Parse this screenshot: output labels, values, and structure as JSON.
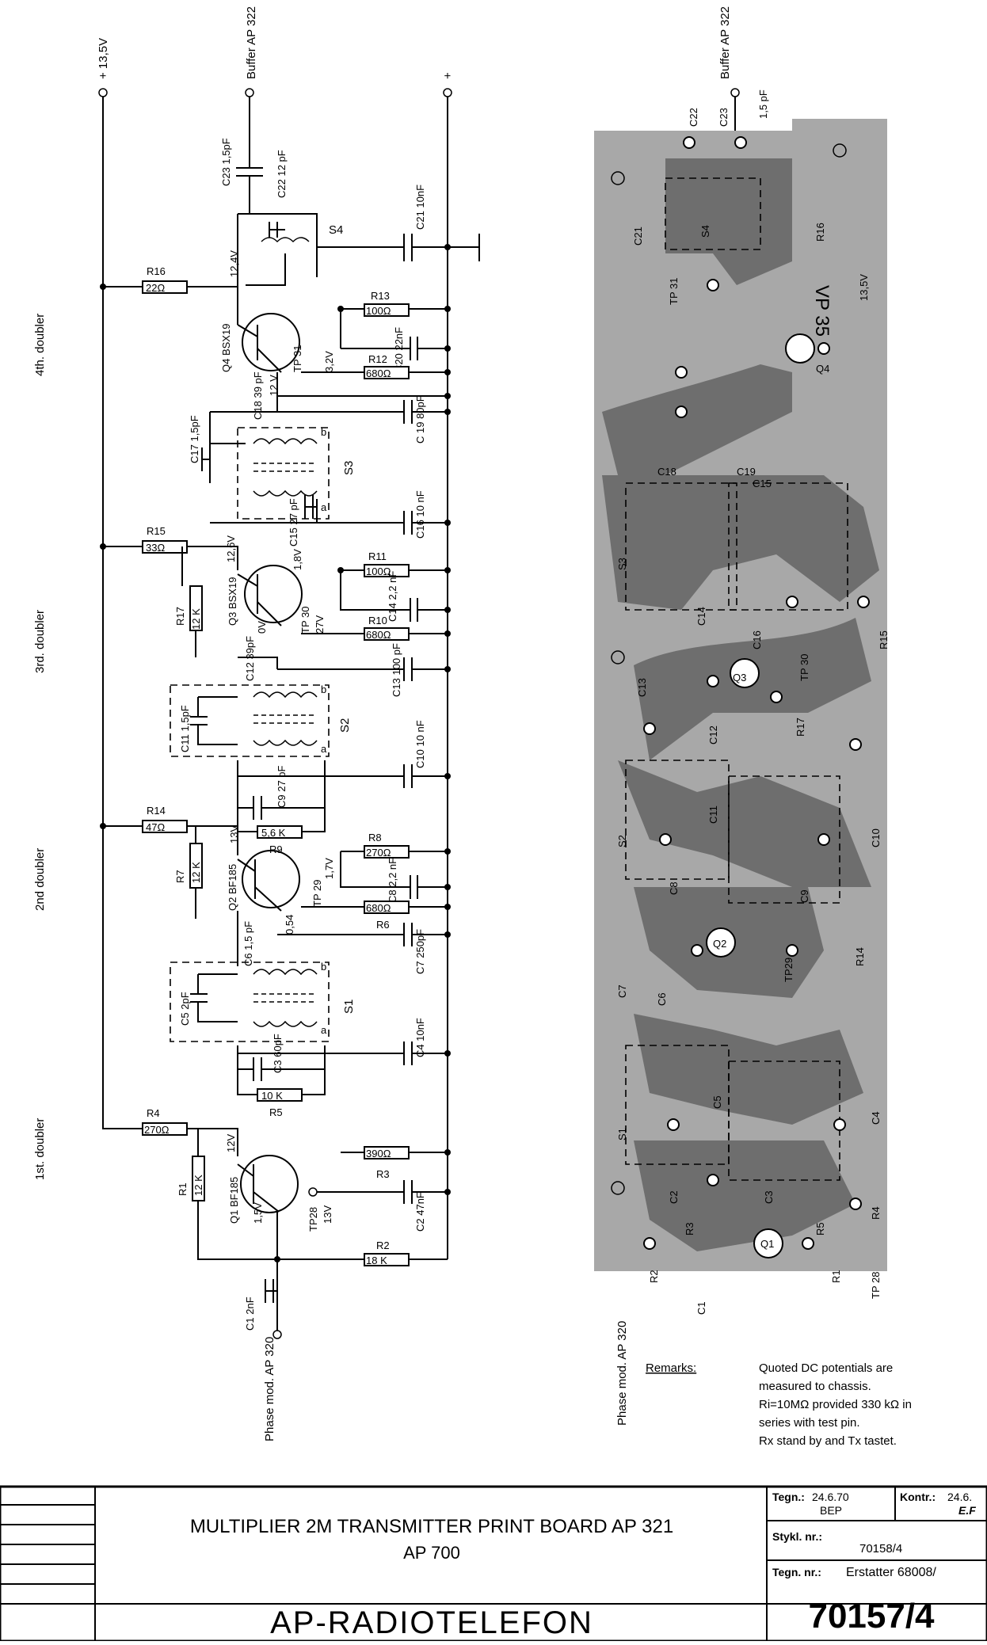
{
  "schematic": {
    "supply_top": "+ 13,5V",
    "buffer_top": "Buffer AP 322",
    "ground_top": "+",
    "stages": [
      "4th. doubler",
      "3rd. doubler",
      "2nd doubler",
      "1st. doubler"
    ],
    "input_label": "Phase mod. AP 320",
    "components": {
      "R16": "R16",
      "R16v": "22Ω",
      "R13": "R13",
      "R13v": "100Ω",
      "R12": "R12",
      "R12v": "680Ω",
      "R15": "R15",
      "R15v": "33Ω",
      "R17": "R17",
      "R17v": "12 K",
      "R11": "R11",
      "R11v": "100Ω",
      "R10": "R10",
      "R10v": "680Ω",
      "R14": "R14",
      "R14v": "47Ω",
      "R7": "R7",
      "R7v": "12 K",
      "R9": "R9",
      "R9v": "5,6 K",
      "R8": "R8",
      "R8v": "270Ω",
      "R6": "R6",
      "R6v": "680Ω",
      "R4": "R4",
      "R4v": "270Ω",
      "R5": "R5",
      "R5v": "10 K",
      "R1": "R1",
      "R1v": "12 K",
      "R3": "R3",
      "R3v": "390Ω",
      "R2": "R2",
      "R2v": "18 K",
      "C23": "C23 1,5pF",
      "C22": "C22 12 pF",
      "C21": "C21 10nF",
      "C20": "C20 22nF",
      "C19": "C 19 80pF",
      "C18": "C18 39 pF",
      "C17": "C17 1,5pF",
      "C16": "C16 10 nF",
      "C15": "C15 27 pF",
      "C14": "C14 2,2 nF",
      "C13": "C13 100 pF",
      "C12": "C12 39pF",
      "C11": "C11 1,5pF",
      "C10": "C10 10 nF",
      "C9": "C9 27 pF",
      "C8": "C8 2,2 nF",
      "C7": "C7 250pF",
      "C6": "C6 1,5 pF",
      "C5": "C5 2pF",
      "C4": "C4 10nF",
      "C3": "C3 60pF",
      "C2": "C2 47nF",
      "C1": "C1 2nF",
      "Q4": "Q4 BSX19",
      "Q3": "Q3 BSX19",
      "Q2": "Q2 BF185",
      "Q1": "Q1 BF185",
      "S4": "S4",
      "S3": "S3",
      "S2": "S2",
      "S1": "S1",
      "TP31": "TP 31",
      "TP30": "TP 30",
      "TP29": "TP 29",
      "TP28": "TP28",
      "v124": "12,4V",
      "v32": "3,2V",
      "v12": "12 V",
      "v126": "12,6V",
      "v18": "1,8V",
      "v27": "27V",
      "v0": "0V",
      "v13": "13V",
      "v17": "1,7V",
      "v054": "0,54",
      "v12b": "12V",
      "v15": "1,5V",
      "v13b": "13V"
    }
  },
  "board": {
    "buffer_label": "Buffer AP 322",
    "input_label": "Phase mod. AP 320",
    "parts": [
      "C22",
      "C23",
      "1,5 pF",
      "S4",
      "R16",
      "C21",
      "TP 31",
      "13,5V",
      "Q4",
      "C18",
      "C19",
      "S3",
      "C15",
      "C14",
      "C16",
      "Q3",
      "TP 30",
      "R15",
      "C13",
      "C12",
      "R17",
      "S2",
      "C11",
      "C10",
      "C8",
      "C9",
      "Q2",
      "R14",
      "TP29",
      "C7",
      "C6",
      "C5",
      "S1",
      "C4",
      "C3",
      "C2",
      "R3",
      "R5",
      "R4",
      "Q1",
      "R2",
      "C1",
      "R1",
      "TP 28",
      "VP 35"
    ]
  },
  "remarks": {
    "title": "Remarks:",
    "lines": [
      "Quoted  DC potentials are",
      "measured  to chassis.",
      "Ri=10MΩ provided 330 kΩ in",
      "series with test pin.",
      "Rx  stand by and  Tx  tastet."
    ]
  },
  "title_block": {
    "title": "MULTIPLIER  2M  TRANSMITTER  PRINT BOARD  AP 321",
    "subtitle": "AP 700",
    "company": "AP-RADIOTELEFON",
    "tegn_label": "Tegn.:",
    "tegn_value": "24.6.70",
    "tegn_by": "BEP",
    "kontr_label": "Kontr.:",
    "kontr_value": "24.6.",
    "kontr_by": "E.F",
    "stykl_label": "Stykl. nr.:",
    "stykl_value": "70158/4",
    "tegnnr_label": "Tegn. nr.:",
    "erstatter": "Erstatter 68008/",
    "drawing_no": "70157/4"
  }
}
